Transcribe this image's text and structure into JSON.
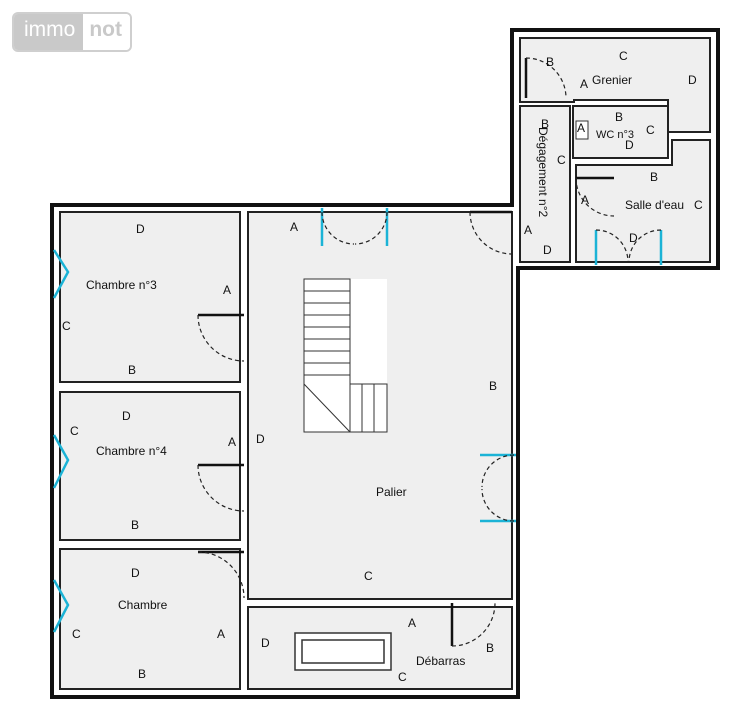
{
  "logo": {
    "part1": "immo",
    "part2": "not"
  },
  "rooms": {
    "chambre3": {
      "name": "Chambre n°3",
      "walls": [
        "A",
        "B",
        "C",
        "D"
      ]
    },
    "chambre4": {
      "name": "Chambre n°4",
      "walls": [
        "A",
        "B",
        "C",
        "D"
      ]
    },
    "chambre": {
      "name": "Chambre",
      "walls": [
        "A",
        "B",
        "C",
        "D"
      ]
    },
    "palier": {
      "name": "Palier",
      "walls": [
        "A",
        "B",
        "C",
        "D"
      ]
    },
    "debarras": {
      "name": "Débarras",
      "walls": [
        "A",
        "B",
        "C",
        "D"
      ]
    },
    "grenier": {
      "name": "Grenier",
      "walls": [
        "A",
        "B",
        "C",
        "D"
      ]
    },
    "wc3": {
      "name": "WC n°3",
      "walls": [
        "A",
        "B",
        "C",
        "D"
      ]
    },
    "degagement2": {
      "name": "Dégagement n°2",
      "walls": [
        "A",
        "B",
        "C",
        "D"
      ]
    },
    "salle_eau": {
      "name": "Salle d'eau",
      "walls": [
        "A",
        "B",
        "C",
        "D"
      ]
    }
  }
}
